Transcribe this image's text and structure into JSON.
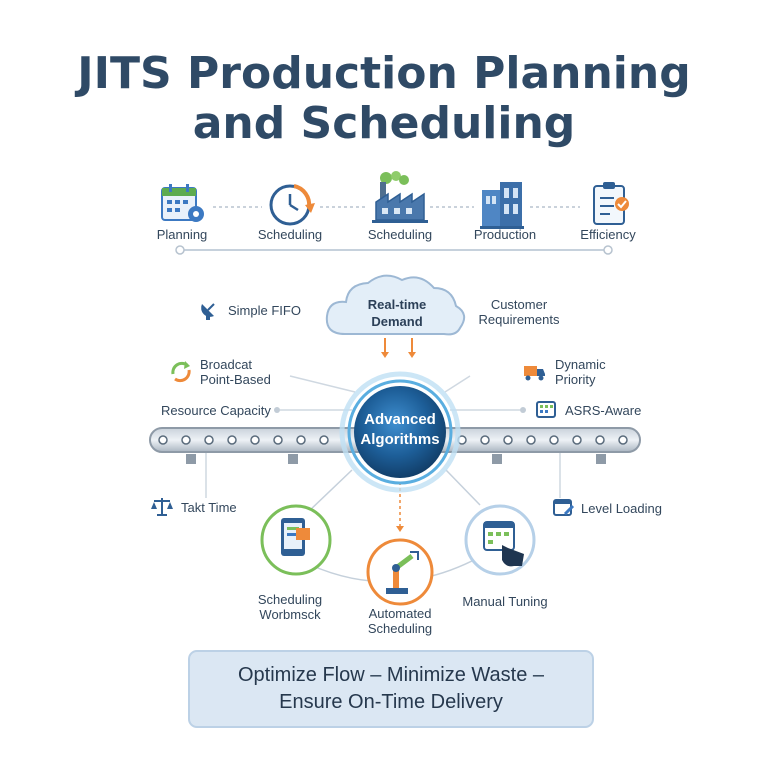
{
  "title": {
    "line1": "JITS Production Planning",
    "line2": "and Scheduling"
  },
  "flow_steps": [
    {
      "label": "Planning",
      "icon": "calendar-gear-icon"
    },
    {
      "label": "Scheduling",
      "icon": "clock-arrow-icon"
    },
    {
      "label": "Scheduling",
      "icon": "factory-icon"
    },
    {
      "label": "Production",
      "icon": "warehouse-icon"
    },
    {
      "label": "Efficiency",
      "icon": "checklist-icon"
    }
  ],
  "cloud": {
    "line1": "Real-time",
    "line2": "Demand"
  },
  "core": {
    "line1": "Advanced",
    "line2": "Algorithms"
  },
  "methods_left": [
    {
      "line1": "Simple FIFO",
      "icon": "satellite-dish-icon"
    },
    {
      "line1": "Broadcat",
      "line2": "Point-Based",
      "icon": "recycle-arrows-icon"
    },
    {
      "line1": "Resource Capacity"
    },
    {
      "line1": "Takt Time",
      "icon": "balance-scale-icon"
    }
  ],
  "methods_right": [
    {
      "line1": "Customer",
      "line2": "Requirements"
    },
    {
      "line1": "Dynamic",
      "line2": "Priority",
      "icon": "truck-icon"
    },
    {
      "line1": "ASRS-Aware",
      "icon": "grid-monitor-icon"
    },
    {
      "line1": "Level Loading",
      "icon": "calendar-edit-icon"
    }
  ],
  "outputs": [
    {
      "line1": "Scheduling",
      "line2": "Worbmsck",
      "icon": "tablet-icon"
    },
    {
      "line1": "Automated",
      "line2": "Scheduling",
      "icon": "robot-arm-icon"
    },
    {
      "line1": "Manual Tuning",
      "icon": "calendar-hand-icon"
    }
  ],
  "banner": {
    "line1": "Optimize Flow – Minimize Waste –",
    "line2": "Ensure On-Time Delivery"
  },
  "colors": {
    "navy": "#2f4a66",
    "accent_blue": "#3c79c2",
    "orange": "#ee8a3a",
    "green": "#5dab4f",
    "core_blue": "#1f5c8f",
    "belt_gray": "#9aa6b2"
  }
}
